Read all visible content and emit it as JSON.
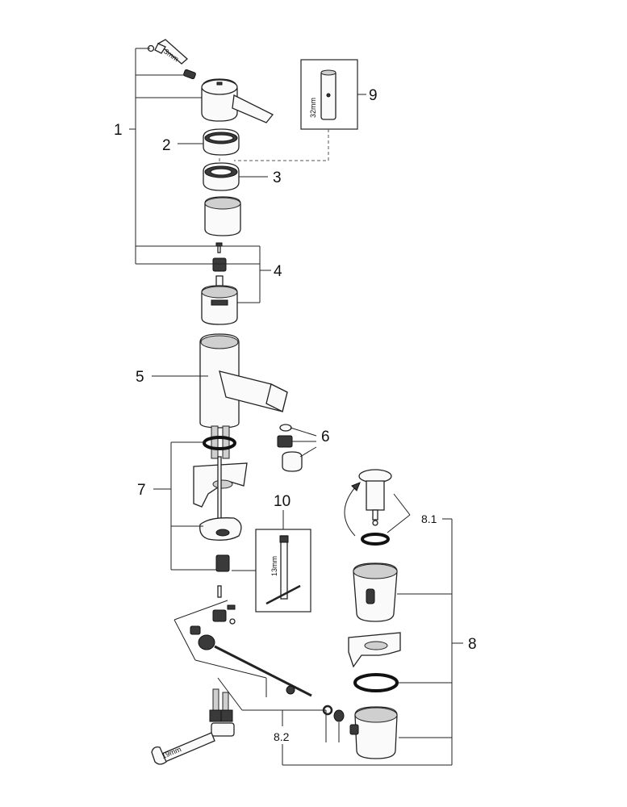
{
  "callouts": {
    "c1": "1",
    "c2": "2",
    "c3": "3",
    "c4": "4",
    "c5": "5",
    "c6": "6",
    "c7": "7",
    "c8": "8",
    "c8_1": "8.1",
    "c8_2": "8.2",
    "c9": "9",
    "c10": "10"
  },
  "tool_labels": {
    "hex_key": "3mm",
    "tool_9": "32mm",
    "tool_10": "13mm",
    "wrench": "19mm"
  }
}
